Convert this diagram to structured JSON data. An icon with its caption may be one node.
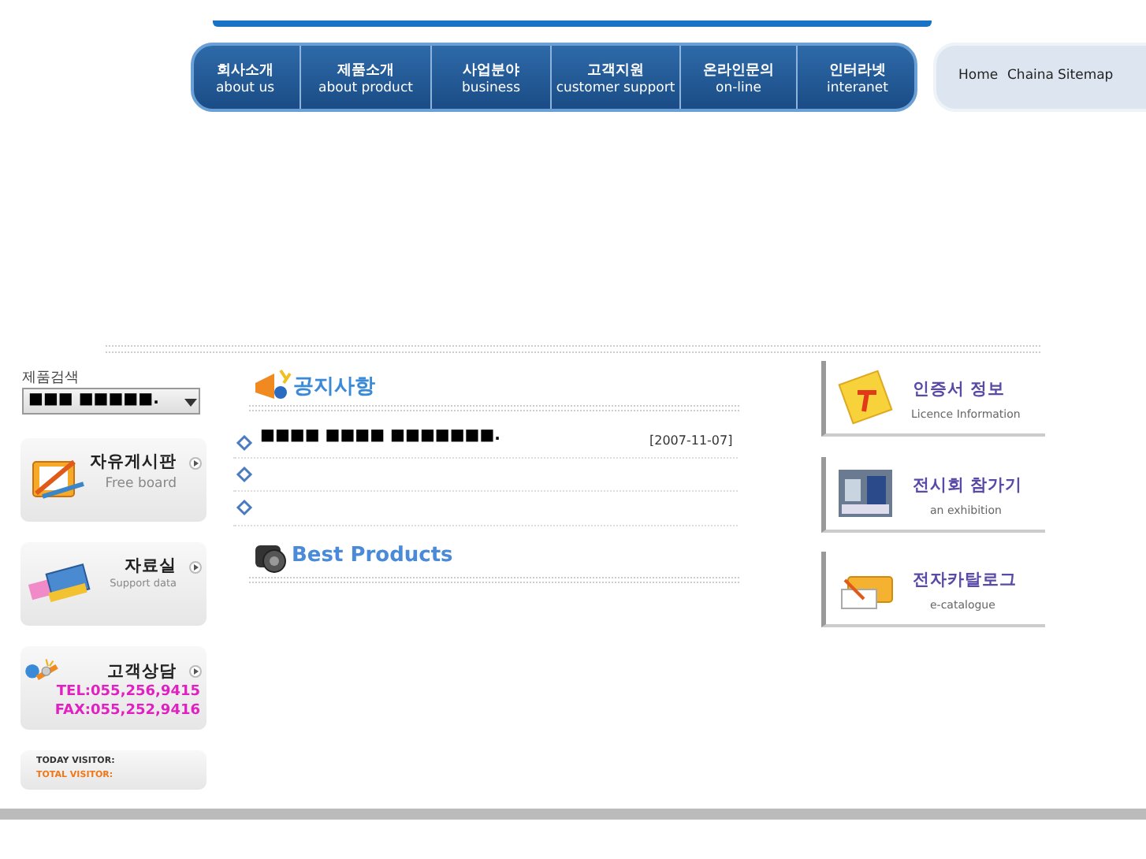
{
  "diagram": {
    "nodes": [
      {
        "text": [
          "회사소개",
          "about us"
        ]
      },
      {
        "text": [
          "제품소개",
          "about product"
        ]
      },
      {
        "text": [
          "사업분야",
          "business"
        ]
      },
      {
        "text": [
          "고객지원",
          "customer support"
        ]
      },
      {
        "text": [
          "온라인문의",
          "on-line"
        ]
      },
      {
        "text": [
          "인터라넷",
          "interanet"
        ]
      },
      {
        "text": [
          "Home",
          "Chaina",
          "Sitemap"
        ]
      },
      {
        "text": [
          "■■■ ■■■■■."
        ]
      },
      {
        "text": [
          "자유게시판",
          "Free board"
        ]
      },
      {
        "text": [
          "자료실",
          "Support data"
        ]
      },
      {
        "text": [
          "고객상담",
          "TEL:055,256,9415",
          "FAX:055,252,9416"
        ]
      },
      {
        "text": [
          "TODAY VISITOR:",
          "TOTAL VISITOR:"
        ]
      },
      {
        "text": [
          "인증서 정보",
          "Licence Information"
        ]
      },
      {
        "text": [
          "전시회 참가기",
          "an exhibition"
        ]
      },
      {
        "text": [
          "전자카탈로그",
          "e-catalogue"
        ]
      }
    ],
    "labels": [
      "제품검색",
      "공지사항",
      "■■■■ ■■■■ ■■■■■■■.",
      "[2007-11-07]",
      "Best Products"
    ]
  }
}
